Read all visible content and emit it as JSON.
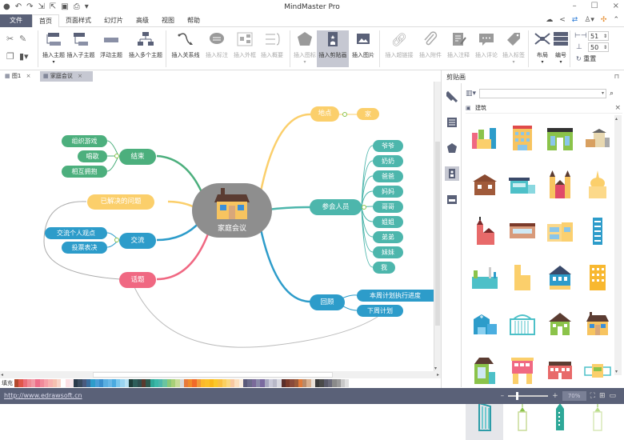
{
  "window": {
    "title": "MindMaster Pro",
    "minimize": "–",
    "maximize": "☐",
    "close": "×"
  },
  "quick_access": [
    "logo",
    "undo",
    "redo",
    "import",
    "export",
    "save",
    "print",
    "more"
  ],
  "menu": {
    "file": "文件",
    "items": [
      "首页",
      "页面样式",
      "幻灯片",
      "高级",
      "视图",
      "帮助"
    ],
    "active": "首页"
  },
  "ribbon": {
    "insert_topic": "插入主题",
    "insert_subtopic": "插入子主题",
    "floating_topic": "浮动主题",
    "insert_multiple": "插入多个主题",
    "insert_relation": "插入关系线",
    "insert_callout": "插入标注",
    "insert_boundary": "插入外框",
    "insert_summary": "插入概要",
    "insert_icon": "插入图标",
    "insert_clipart": "插入剪贴画",
    "insert_image": "插入图片",
    "insert_hyperlink": "插入超链接",
    "insert_attachment": "插入附件",
    "insert_note": "插入注释",
    "insert_comment": "插入评论",
    "insert_tag": "插入标签",
    "layout": "布局",
    "numbering": "编号",
    "width_value": "51",
    "height_value": "50",
    "reset": "重置"
  },
  "tabs": [
    {
      "label": "图1",
      "close": "×",
      "active": false
    },
    {
      "label": "家庭会议",
      "close": "×",
      "active": true
    }
  ],
  "mindmap": {
    "central": "家庭会议",
    "branches": [
      {
        "label": "地点",
        "color": "#fbcf6b",
        "children": [
          "家"
        ]
      },
      {
        "label": "参会人员",
        "color": "#4db6ac",
        "children": [
          "爷爷",
          "奶奶",
          "爸爸",
          "妈妈",
          "哥哥",
          "姐姐",
          "弟弟",
          "妹妹",
          "我"
        ]
      },
      {
        "label": "回顾",
        "color": "#2d9cca",
        "children": [
          "本周计划执行进度",
          "下周计划"
        ]
      },
      {
        "label": "结束",
        "color": "#4caf7d",
        "children": [
          "组织游戏",
          "唱歌",
          "相互拥抱"
        ]
      },
      {
        "label": "已解决的问题",
        "color": "#fbcf6b",
        "children": []
      },
      {
        "label": "交流",
        "color": "#2d9cca",
        "children": [
          "交流个人观点",
          "投票表决"
        ]
      },
      {
        "label": "话题",
        "color": "#f06882",
        "children": []
      }
    ]
  },
  "palette": {
    "label": "填充"
  },
  "side_panel": {
    "title": "剪贴画",
    "pin": "⊓",
    "category": "建筑",
    "search_placeholder": ""
  },
  "status": {
    "url": "http://www.edrawsoft.cn",
    "zoom": "70%",
    "minus": "–",
    "plus": "+"
  }
}
